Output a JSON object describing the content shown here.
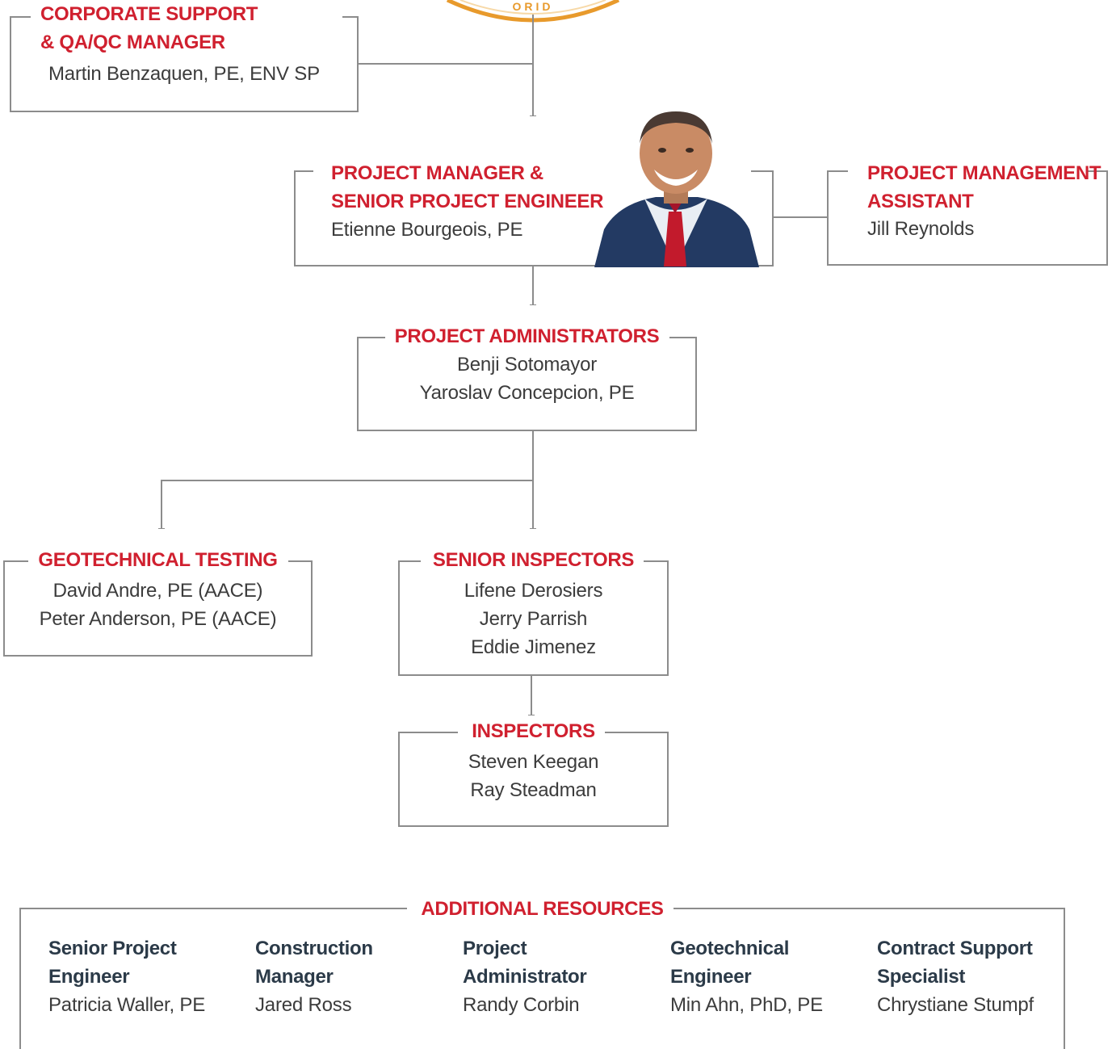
{
  "logo": {
    "fragment_text": "ORID"
  },
  "corporate": {
    "title_line1": "CORPORATE SUPPORT",
    "title_line2": "& QA/QC MANAGER",
    "name": "Martin Benzaquen, PE, ENV SP"
  },
  "project_manager": {
    "title_line1": "PROJECT MANAGER &",
    "title_line2": "SENIOR PROJECT ENGINEER",
    "name": "Etienne Bourgeois, PE"
  },
  "pm_assistant": {
    "title_line1": "PROJECT MANAGEMENT",
    "title_line2": "ASSISTANT",
    "name": "Jill Reynolds"
  },
  "administrators": {
    "title": "PROJECT ADMINISTRATORS",
    "names": [
      "Benji Sotomayor",
      "Yaroslav Concepcion, PE"
    ]
  },
  "geotechnical": {
    "title": "GEOTECHNICAL TESTING",
    "names": [
      "David Andre, PE (AACE)",
      "Peter Anderson, PE (AACE)"
    ]
  },
  "senior_inspectors": {
    "title": "SENIOR INSPECTORS",
    "names": [
      "Lifene Derosiers",
      "Jerry Parrish",
      "Eddie Jimenez"
    ]
  },
  "inspectors": {
    "title": "INSPECTORS",
    "names": [
      "Steven Keegan",
      "Ray Steadman"
    ]
  },
  "additional": {
    "title": "ADDITIONAL RESOURCES",
    "resources": [
      {
        "role_line1": "Senior Project",
        "role_line2": "Engineer",
        "name": "Patricia Waller, PE"
      },
      {
        "role_line1": "Construction",
        "role_line2": "Manager",
        "name": "Jared Ross"
      },
      {
        "role_line1": "Project",
        "role_line2": "Administrator",
        "name": "Randy Corbin"
      },
      {
        "role_line1": "Geotechnical",
        "role_line2": "Engineer",
        "name": "Min Ahn, PhD, PE"
      },
      {
        "role_line1": "Contract Support",
        "role_line2": "Specialist",
        "name": "Chrystiane Stumpf"
      }
    ]
  },
  "colors": {
    "title_red": "#d0202f",
    "name_gray": "#3c3c3c",
    "role_navy": "#2b3a48",
    "line_gray": "#8c8c8c",
    "logo_orange": "#e89a2c"
  }
}
